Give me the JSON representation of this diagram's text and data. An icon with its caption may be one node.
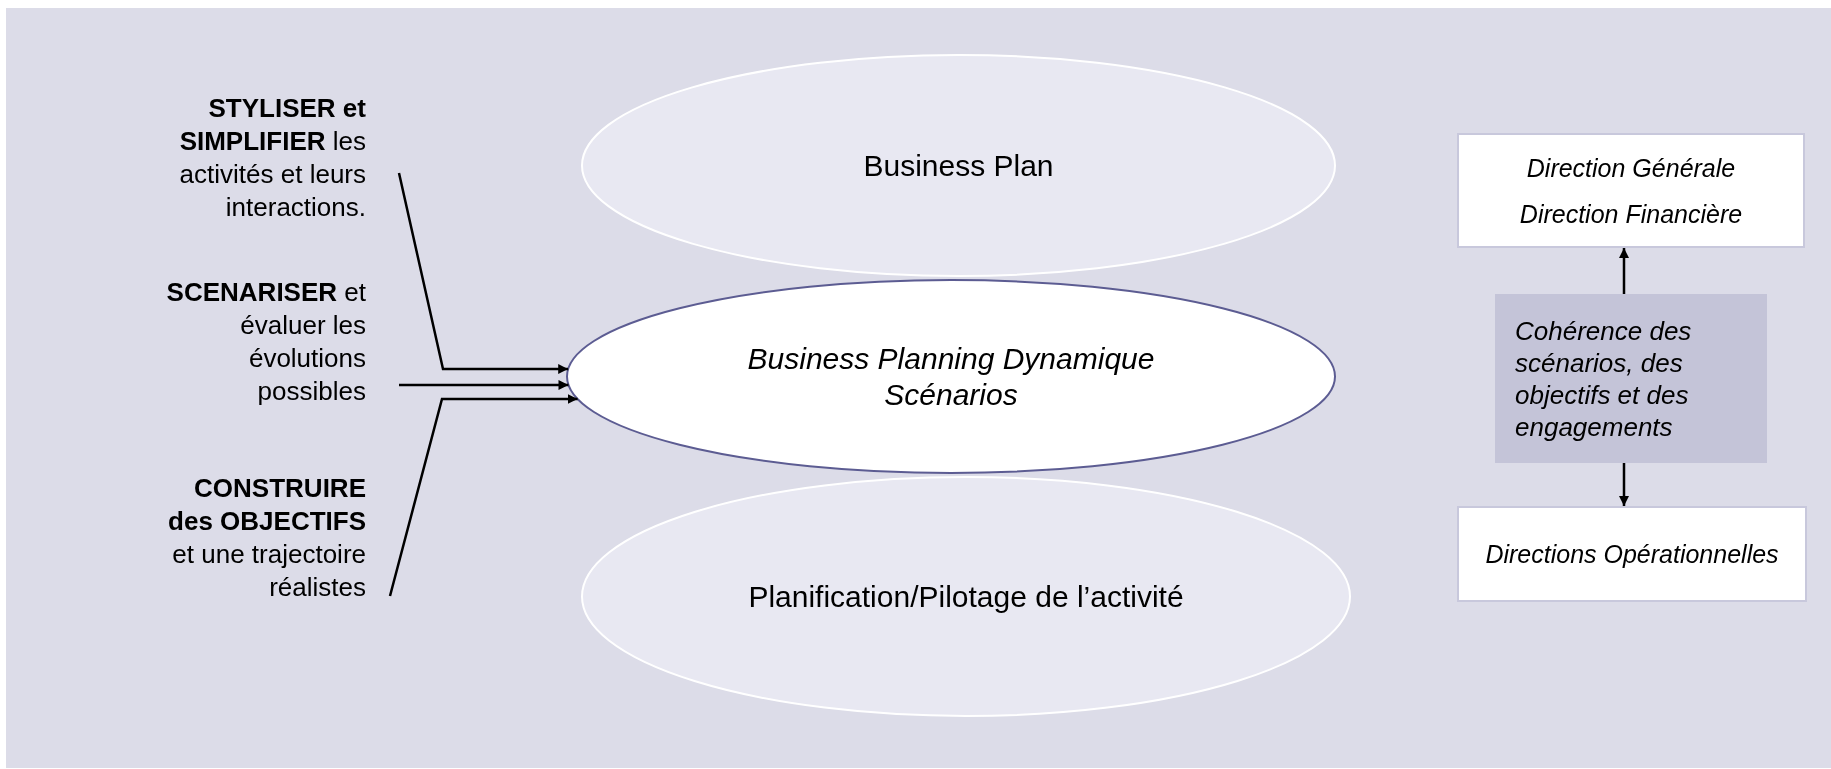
{
  "diagram": {
    "nodes": [
      {
        "text": [
          "**STYLISER et SIMPLIFIER**  les activités et leurs interactions."
        ]
      },
      {
        "text": [
          "**SCENARISER** et évaluer les évolutions possibles"
        ]
      },
      {
        "text": [
          "**CONSTRUIRE des OBJECTIFS** et une trajectoire réalistes"
        ]
      },
      {
        "text": [
          "Business Plan"
        ]
      },
      {
        "text": [
          "Business Planning Dynamique Scénarios"
        ]
      },
      {
        "text": [
          "Planification/Pilotage de l’activité"
        ]
      },
      {
        "text": [
          "Direction Générale",
          "Direction Financière"
        ]
      },
      {
        "text": [
          "Cohérence des scénarios, des objectifs et des engagements"
        ]
      },
      {
        "text": [
          "Directions Opérationnelles"
        ]
      }
    ],
    "edges": [
      {
        "from": 0,
        "to": 4,
        "arrow": "to"
      },
      {
        "from": 1,
        "to": 4,
        "arrow": "to"
      },
      {
        "from": 2,
        "to": 4,
        "arrow": "to"
      },
      {
        "from": 7,
        "to": 6,
        "arrow": "to"
      },
      {
        "from": 7,
        "to": 8,
        "arrow": "to"
      }
    ]
  }
}
